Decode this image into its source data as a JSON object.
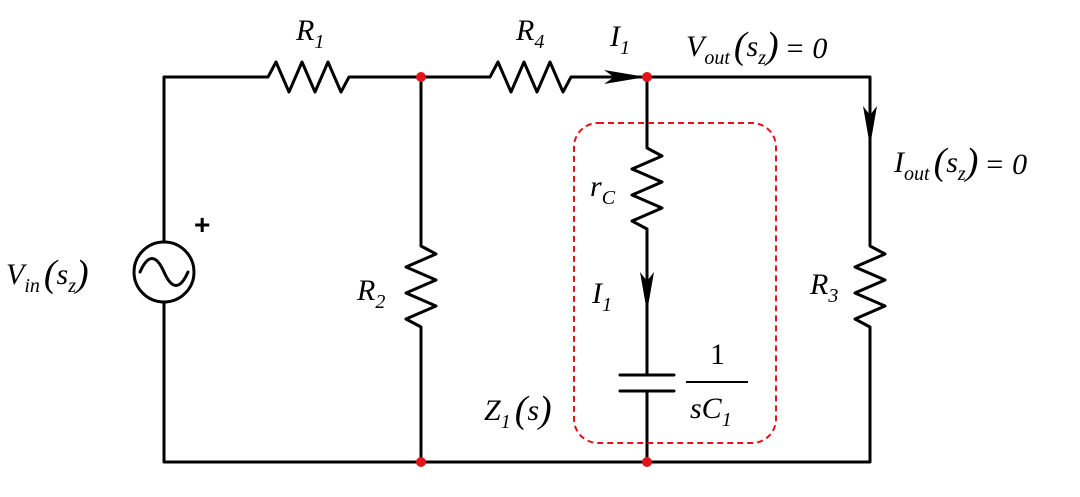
{
  "labels": {
    "r1": {
      "main": "R",
      "sub": "1"
    },
    "r4": {
      "main": "R",
      "sub": "4"
    },
    "i1_top": {
      "main": "I",
      "sub": "1"
    },
    "vout": {
      "main": "V",
      "sub": "out",
      "arg": "s",
      "arg_sub": "z",
      "rhs": "= 0"
    },
    "iout": {
      "main": "I",
      "sub": "out",
      "arg": "s",
      "arg_sub": "z",
      "rhs": "= 0"
    },
    "vin": {
      "main": "V",
      "sub": "in",
      "arg": "s",
      "arg_sub": "z"
    },
    "plus": "+",
    "r2": {
      "main": "R",
      "sub": "2"
    },
    "rc": {
      "main": "r",
      "sub": "C"
    },
    "i1_mid": {
      "main": "I",
      "sub": "1"
    },
    "r3": {
      "main": "R",
      "sub": "3"
    },
    "cap_expr": {
      "num": "1",
      "den_pre": "sC",
      "den_sub": "1"
    },
    "z1": {
      "main": "Z",
      "sub": "1",
      "arg": "s"
    }
  },
  "colors": {
    "wire": "#000000",
    "node": "#e0141a",
    "box": "#e0141a"
  }
}
